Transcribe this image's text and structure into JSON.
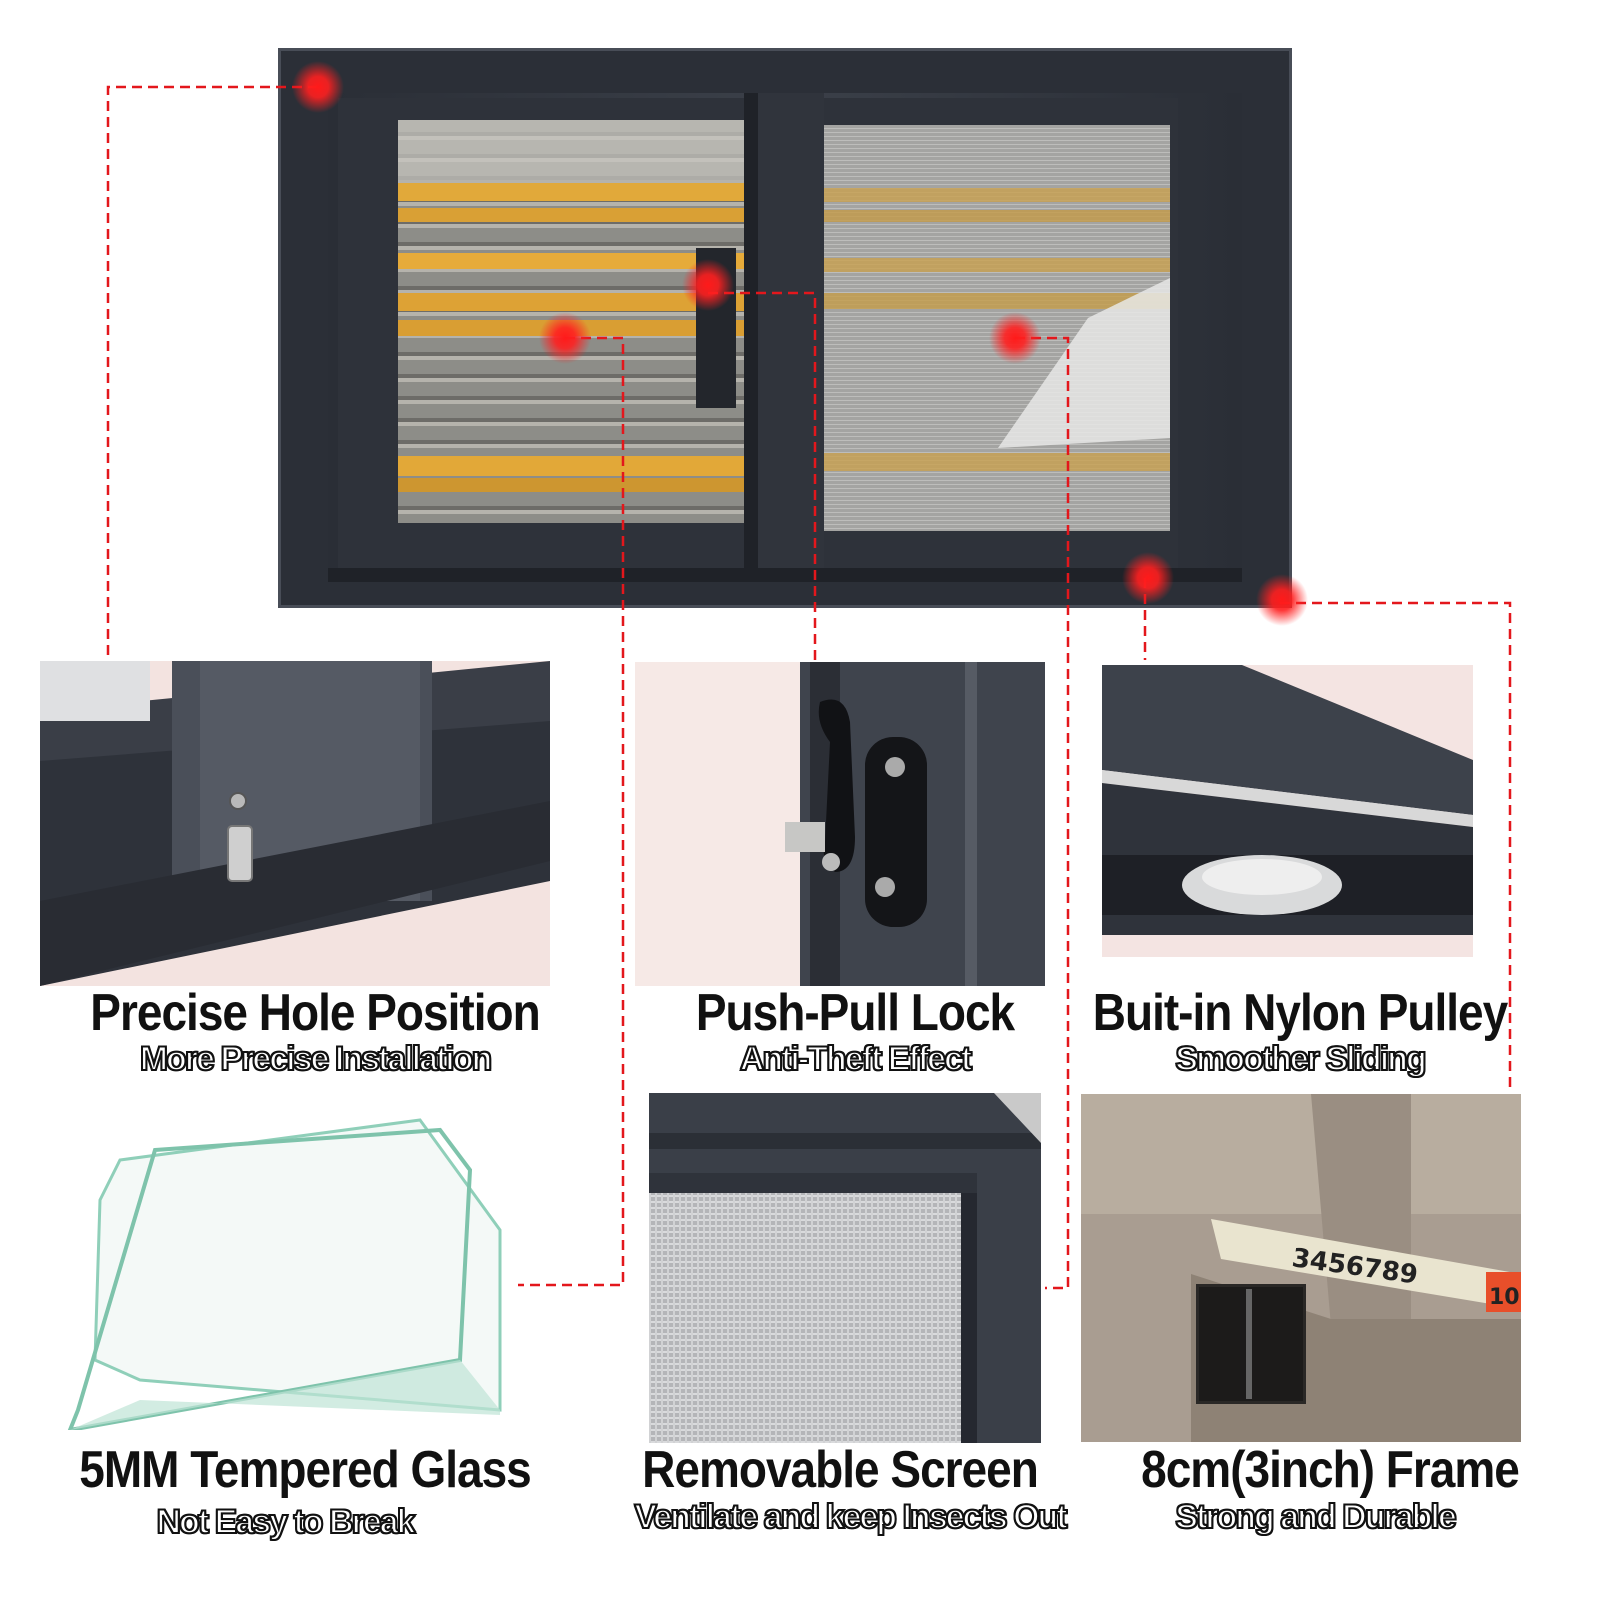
{
  "features": [
    {
      "title": "Precise Hole Position",
      "subtitle": "More Precise Installation"
    },
    {
      "title": "Push-Pull Lock",
      "subtitle": "Anti-Theft Effect"
    },
    {
      "title": "Buit-in Nylon Pulley",
      "subtitle": "Smoother Sliding"
    },
    {
      "title": "5MM Tempered Glass",
      "subtitle": "Not Easy to Break"
    },
    {
      "title": "Removable Screen",
      "subtitle": "Ventilate and keep Insects Out"
    },
    {
      "title": "8cm(3inch) Frame",
      "subtitle": "Strong and Durable"
    }
  ],
  "tape_numbers": "3456789",
  "tape_end": "10",
  "colors": {
    "frame": "#2e323b",
    "frame_light": "#3d424c",
    "callout_red": "#e3171c",
    "label_yellow": "#e6a92a"
  }
}
